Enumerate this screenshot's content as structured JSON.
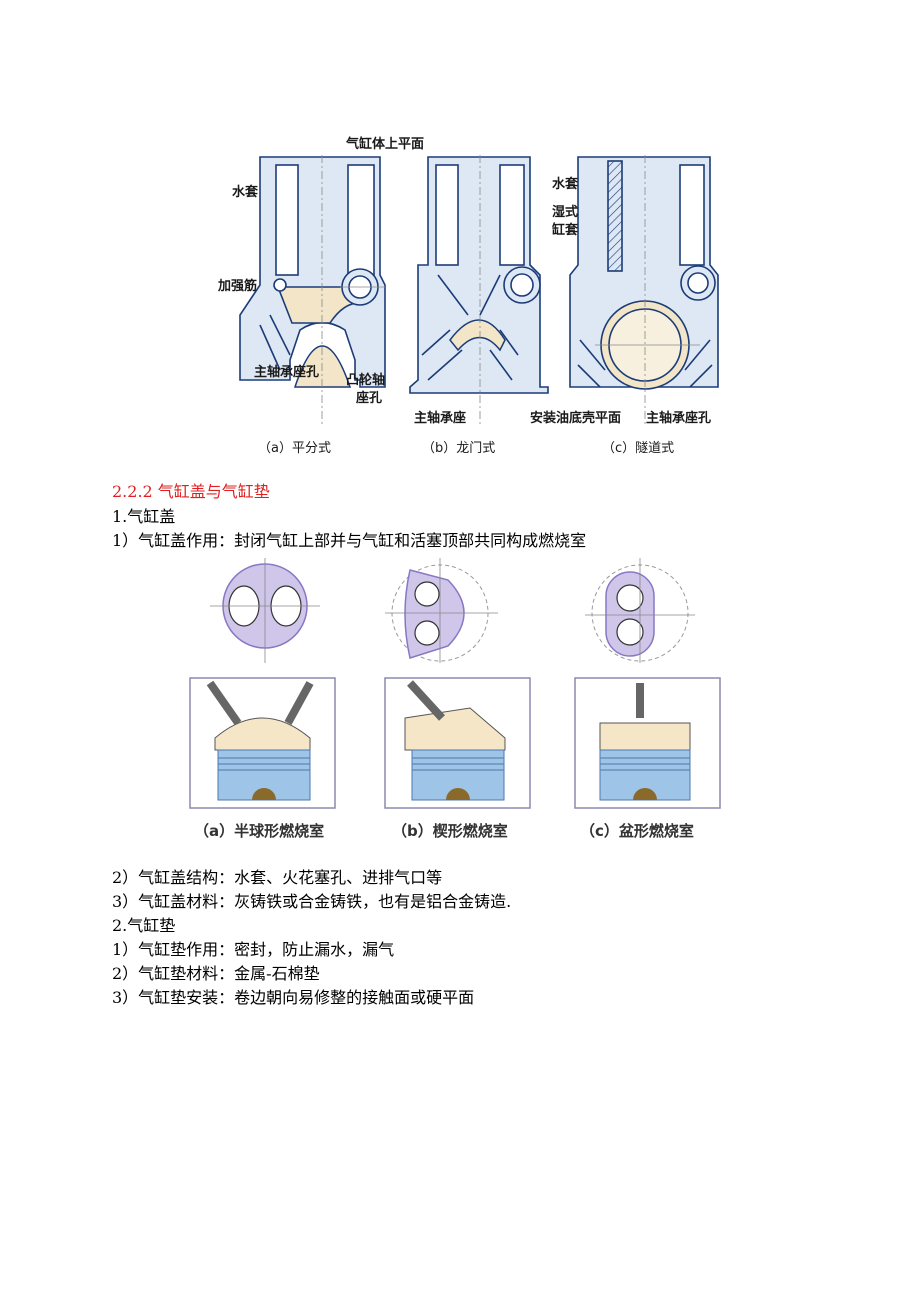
{
  "figure1": {
    "labels": {
      "cylinder_top": "气缸体上平面",
      "water_jacket_a": "水套",
      "rib": "加强筋",
      "main_bearing_hole_a": "主轴承座孔",
      "cam_hole_line1": "凸轮轴",
      "cam_hole_line2": "座孔",
      "main_bearing_b": "主轴承座",
      "water_jacket_c": "水套",
      "wet_liner_line1": "湿式",
      "wet_liner_line2": "缸套",
      "oilpan_plane": "安装油底壳平面",
      "main_bearing_hole_c": "主轴承座孔"
    },
    "captions": [
      "（a）平分式",
      "（b）龙门式",
      "（c）隧道式"
    ]
  },
  "section": {
    "heading": "2.2.2 气缸盖与气缸垫",
    "sub1": "1.气缸盖",
    "item1": "1）气缸盖作用：封闭气缸上部并与气缸和活塞顶部共同构成燃烧室"
  },
  "figure2": {
    "captions": [
      "（a）半球形燃烧室",
      "（b）楔形燃烧室",
      "（c）盆形燃烧室"
    ]
  },
  "body": {
    "item2": "2）气缸盖结构：水套、火花塞孔、进排气口等",
    "item3": "3）气缸盖材料：灰铸铁或合金铸铁，也有是铝合金铸造.",
    "sub2": "2.气缸垫",
    "item4": "1）气缸垫作用：密封，防止漏水，漏气",
    "item5": "2）气缸垫材料：金属-石棉垫",
    "item6": "3）气缸垫安装：卷边朝向易修整的接触面或硬平面"
  },
  "colors": {
    "heading": "#e02020",
    "engine_fill": "#dde8f4",
    "engine_line": "#1c3c78",
    "bearing_fill": "#f3e6c8",
    "chamber_fill": "#cfc6ea",
    "piston_blue": "#9ec4e8",
    "combustion_fill": "#f4e6c6",
    "pin_fill": "#8a6a2a"
  }
}
